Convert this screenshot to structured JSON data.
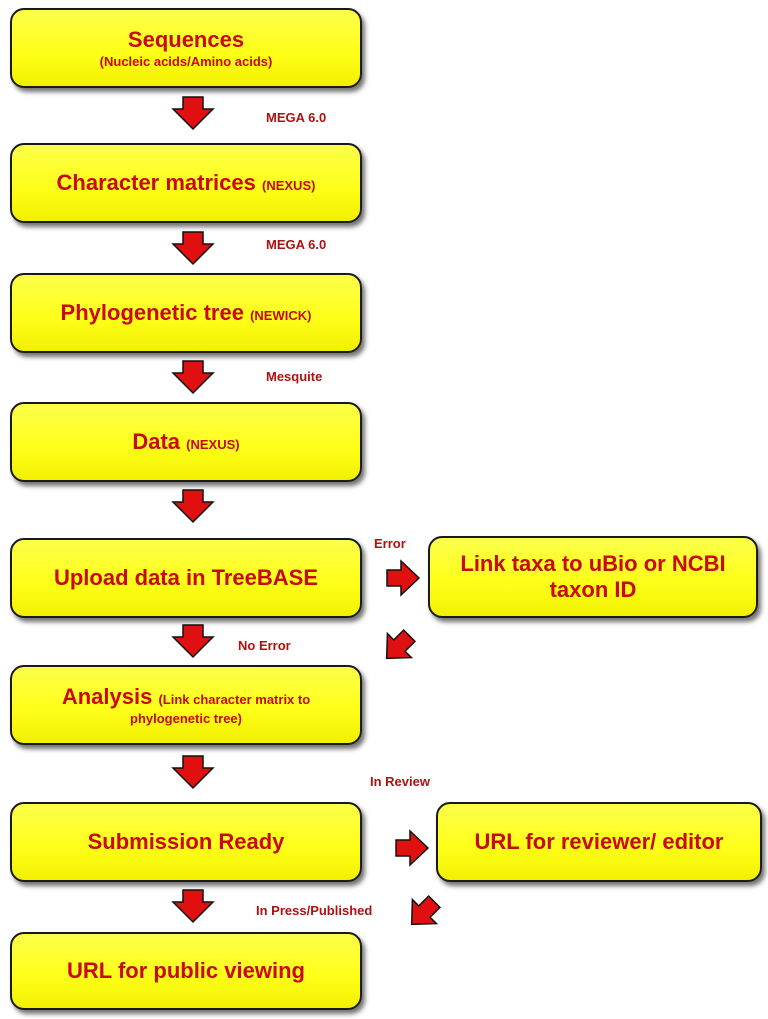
{
  "boxes": {
    "sequences": {
      "title": "Sequences",
      "sub": "(Nucleic acids/Amino acids)"
    },
    "character_matrices": {
      "title": "Character matrices",
      "sub": "(NEXUS)"
    },
    "phylogenetic_tree": {
      "title": "Phylogenetic tree",
      "sub": "(NEWICK)"
    },
    "data": {
      "title": "Data",
      "sub": "(NEXUS)"
    },
    "upload": {
      "title": "Upload data in TreeBASE"
    },
    "link_taxa": {
      "line1": "Link taxa to uBio or NCBI",
      "line2": "taxon ID"
    },
    "analysis": {
      "title": "Analysis",
      "sub1": "(Link character matrix to",
      "sub2": "phylogenetic tree)"
    },
    "submission": {
      "title": "Submission Ready"
    },
    "reviewer": {
      "title": "URL for reviewer/ editor"
    },
    "public": {
      "title": "URL for public viewing"
    }
  },
  "labels": {
    "mega1": "MEGA 6.0",
    "mega2": "MEGA 6.0",
    "mesquite": "Mesquite",
    "error": "Error",
    "no_error": "No Error",
    "in_review": "In Review",
    "in_press": "In Press/Published"
  },
  "colors": {
    "box_fill": "#ffff1a",
    "text": "#c80a0a",
    "arrow": "#e01010"
  }
}
